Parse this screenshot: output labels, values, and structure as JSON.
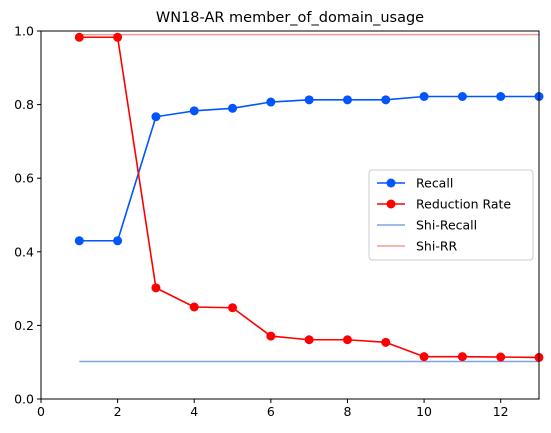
{
  "chart_data": {
    "type": "line",
    "title": "WN18-AR member_of_domain_usage",
    "xlabel": "",
    "ylabel": "",
    "xlim": [
      0,
      13
    ],
    "ylim": [
      0,
      1.0
    ],
    "xticks": [
      0,
      2,
      4,
      6,
      8,
      10,
      12
    ],
    "yticks": [
      0.0,
      0.2,
      0.4,
      0.6,
      0.8,
      1.0
    ],
    "grid": false,
    "legend_position": "center-right",
    "x": [
      1,
      2,
      3,
      4,
      5,
      6,
      7,
      8,
      9,
      10,
      11,
      12,
      13
    ],
    "series": [
      {
        "name": "Recall",
        "color": "#0055ff",
        "marker": "circle",
        "values": [
          0.43,
          0.43,
          0.767,
          0.783,
          0.79,
          0.807,
          0.813,
          0.813,
          0.813,
          0.822,
          0.822,
          0.822,
          0.822
        ]
      },
      {
        "name": "Reduction Rate",
        "color": "#ff0000",
        "marker": "circle",
        "values": [
          0.983,
          0.983,
          0.302,
          0.25,
          0.248,
          0.171,
          0.161,
          0.161,
          0.154,
          0.115,
          0.115,
          0.114,
          0.113
        ]
      },
      {
        "name": "Shi-Recall",
        "color": "#7aa6e6",
        "marker": "none",
        "x": [
          1,
          13
        ],
        "values": [
          0.102,
          0.102
        ]
      },
      {
        "name": "Shi-RR",
        "color": "#f29a9a",
        "marker": "none",
        "x": [
          1,
          13
        ],
        "values": [
          0.99,
          0.99
        ]
      }
    ]
  }
}
